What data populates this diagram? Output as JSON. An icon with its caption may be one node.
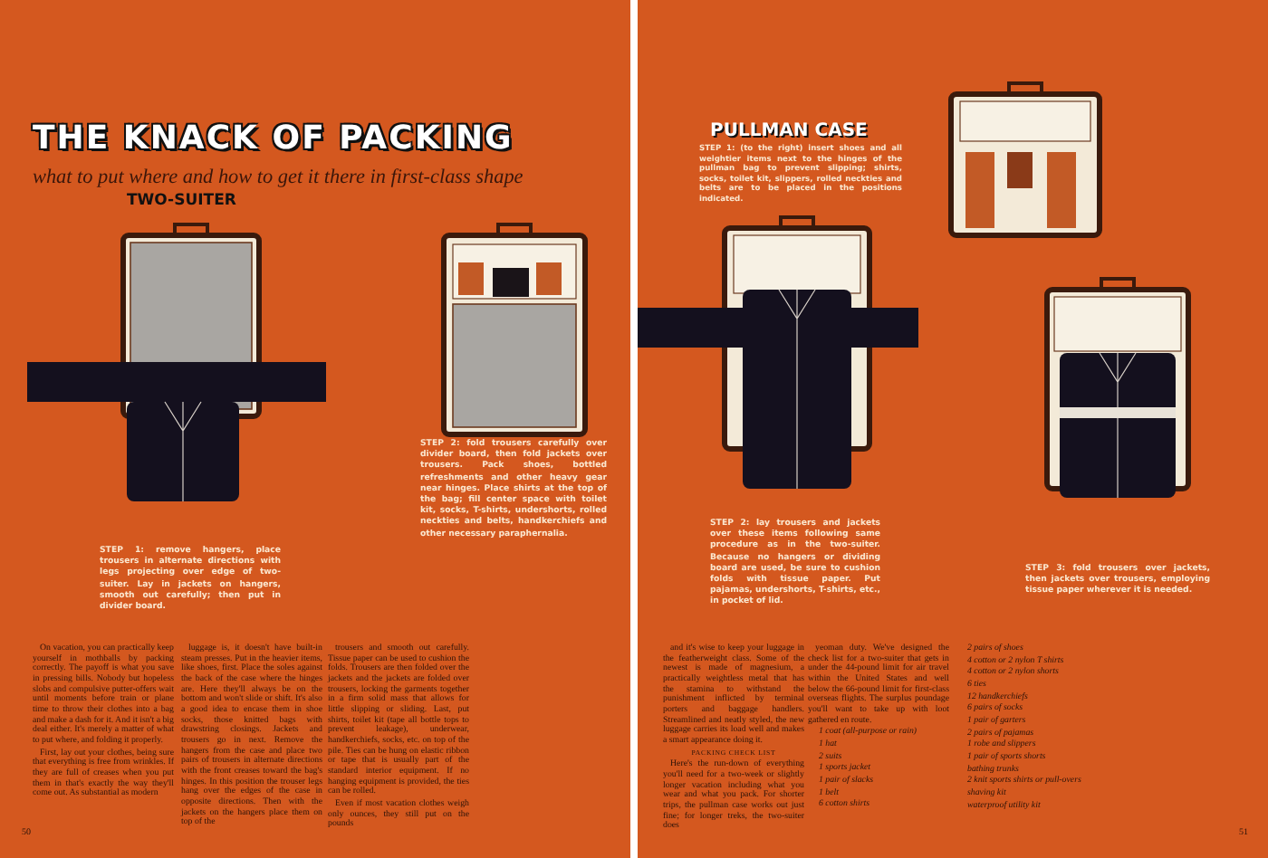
{
  "diagram": {
    "title": "THE KNACK OF PACKING",
    "labels": [
      "what to put where and how to get it there in first-class shape",
      "TWO-SUITER",
      "STEP 1: remove hangers, place trousers in alternate directions with legs projecting over edge of two-suiter. Lay in jackets on hangers, smooth out carefully; then put in divider board.",
      "STEP 2: fold trousers carefully over divider board, then fold jackets over trousers. Pack shoes, bottled refreshments and other heavy gear near hinges. Place shirts at the top of the bag; fill center space with toilet kit, socks, T-shirts, undershorts, rolled neckties and belts, handkerchiefs and other necessary paraphernalia.",
      "PULLMAN CASE",
      "STEP 1: (to the right) insert shoes and all weightier items next to the hinges of the pullman bag to prevent slipping; shirts, socks, toilet kit, slippers, rolled neckties and belts are to be placed in the positions indicated.",
      "STEP 2: lay trousers and jackets over these items following same procedure as in the two-suiter. Because no hangers or dividing board are used, be sure to cushion folds with tissue paper. Put pajamas, undershorts, T-shirts, etc., in pocket of lid.",
      "STEP 3: fold trousers over jackets, then jackets over trousers, employing tissue paper wherever it is needed.",
      "On vacation, you can practically keep yourself in mothballs by packing correctly. The payoff is what you save in pressing bills. Nobody but hopeless slobs and compulsive putter-offers wait until moments before train or plane time to throw their clothes into a bag and make a dash for it. And it isn't a big deal either. It's merely a matter of what to put where, and folding it properly.",
      "First, lay out your clothes, being sure that everything is free from wrinkles. If they are full of creases when you put them in that's exactly the way they'll come out. As substantial as modern",
      "luggage is, it doesn't have built-in steam presses. Put in the heavier items, like shoes, first. Place the soles against the back of the case where the hinges are. Here they'll always be on the bottom and won't slide or shift. It's also a good idea to encase them in shoe socks, those knitted bags with drawstring closings. Jackets and trousers go in next. Remove the hangers from the case and place two pairs of trousers in alternate directions with the front creases toward the bag's hinges. In this position the trouser legs hang over the edges of the case in opposite directions. Then with the jackets on the hangers place them on top of the",
      "trousers and smooth out carefully. Tissue paper can be used to cushion the folds. Trousers are then folded over the jackets and the jackets are folded over trousers, locking the garments together in a firm solid mass that allows for little slipping or sliding. Last, put shirts, toilet kit (tape all bottle tops to prevent leakage), underwear, handkerchiefs, socks, etc. on top of the pile. Ties can be hung on elastic ribbon or tape that is usually part of the standard interior equipment. If no hanging equipment is provided, the ties can be rolled.",
      "Even if most vacation clothes weigh only ounces, they still put on the pounds",
      "and it's wise to keep your luggage in the featherweight class. Some of the newest is made of magnesium, a practically weightless metal that has the stamina to withstand the punishment inflicted by terminal porters and baggage handlers. Streamlined and neatly styled, the new luggage carries its load well and makes a smart appearance doing it.",
      "PACKING CHECK LIST",
      "Here's the run-down of everything you'll need for a two-week or slightly longer vacation including what you wear and what you pack. For shorter trips, the pullman case works out just fine; for longer treks, the two-suiter does",
      "yeoman duty. We've designed the check list for a two-suiter that gets in under the 44-pound limit for air travel within the United States and well below the 66-pound limit for first-class overseas flights. The surplus poundage you'll want to take up with loot gathered en route.",
      "1 coat (all-purpose or rain)",
      "1 hat",
      "2 suits",
      "1 sports jacket",
      "1 pair of slacks",
      "1 belt",
      "6 cotton shirts",
      "2 pairs of shoes",
      "4 cotton or 2 nylon T shirts",
      "4 cotton or 2 nylon shorts",
      "6 ties",
      "12 handkerchiefs",
      "6 pairs of socks",
      "1 pair of garters",
      "2 pairs of pajamas",
      "1 robe and slippers",
      "1 pair of sports shorts",
      "bathing trunks",
      "2 knit sports shirts or pull-overs",
      "shaving kit",
      "waterproof utility kit",
      "50",
      "51"
    ]
  }
}
